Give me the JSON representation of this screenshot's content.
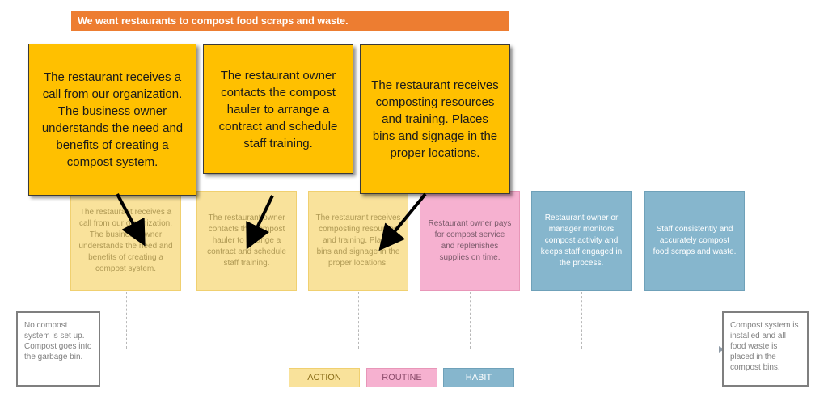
{
  "colors": {
    "banner": "#ed7d31",
    "action_fill": "#f9e29b",
    "action_border": "#f0d070",
    "routine_fill": "#f6b1d0",
    "routine_border": "#e896b8",
    "habit_fill": "#86b6cd",
    "habit_border": "#6fa1b9",
    "callout_fill": "#ffc000",
    "legend_action_fill": "#f9e29b",
    "legend_routine_fill": "#f6b1d0",
    "legend_habit_fill": "#86b6cd",
    "arrow": "#000000"
  },
  "banner": {
    "text": "We want restaurants to compost food scraps and waste."
  },
  "steps": [
    {
      "type": "action",
      "text": "The restaurant receives a call from our organization. The business owner understands the need and benefits of creating a compost system."
    },
    {
      "type": "action",
      "text": "The restaurant owner contacts the compost hauler to arrange a contract and schedule staff training."
    },
    {
      "type": "action",
      "text": "The restaurant receives composting resources and training. Places bins and signage in the proper locations."
    },
    {
      "type": "routine",
      "text": "Restaurant owner pays for compost service and replenishes supplies on time."
    },
    {
      "type": "habit",
      "text": "Restaurant owner or manager monitors compost activity and keeps staff engaged in the process."
    },
    {
      "type": "habit",
      "text": "Staff consistently and accurately compost food scraps and waste."
    }
  ],
  "start_state": {
    "text": "No compost system is set up. Compost goes into the garbage bin."
  },
  "end_state": {
    "text": "Compost system is installed and all food waste is placed in the compost bins."
  },
  "legend": {
    "action": "ACTION",
    "routine": "ROUTINE",
    "habit": "HABIT"
  },
  "callouts": [
    {
      "text": "The restaurant receives a call from our organization. The business owner understands the need and benefits of creating a compost system."
    },
    {
      "text": "The restaurant owner contacts the compost hauler to arrange a contract and schedule staff training."
    },
    {
      "text": "The restaurant receives composting resources and training. Places bins and signage in the proper locations."
    }
  ]
}
